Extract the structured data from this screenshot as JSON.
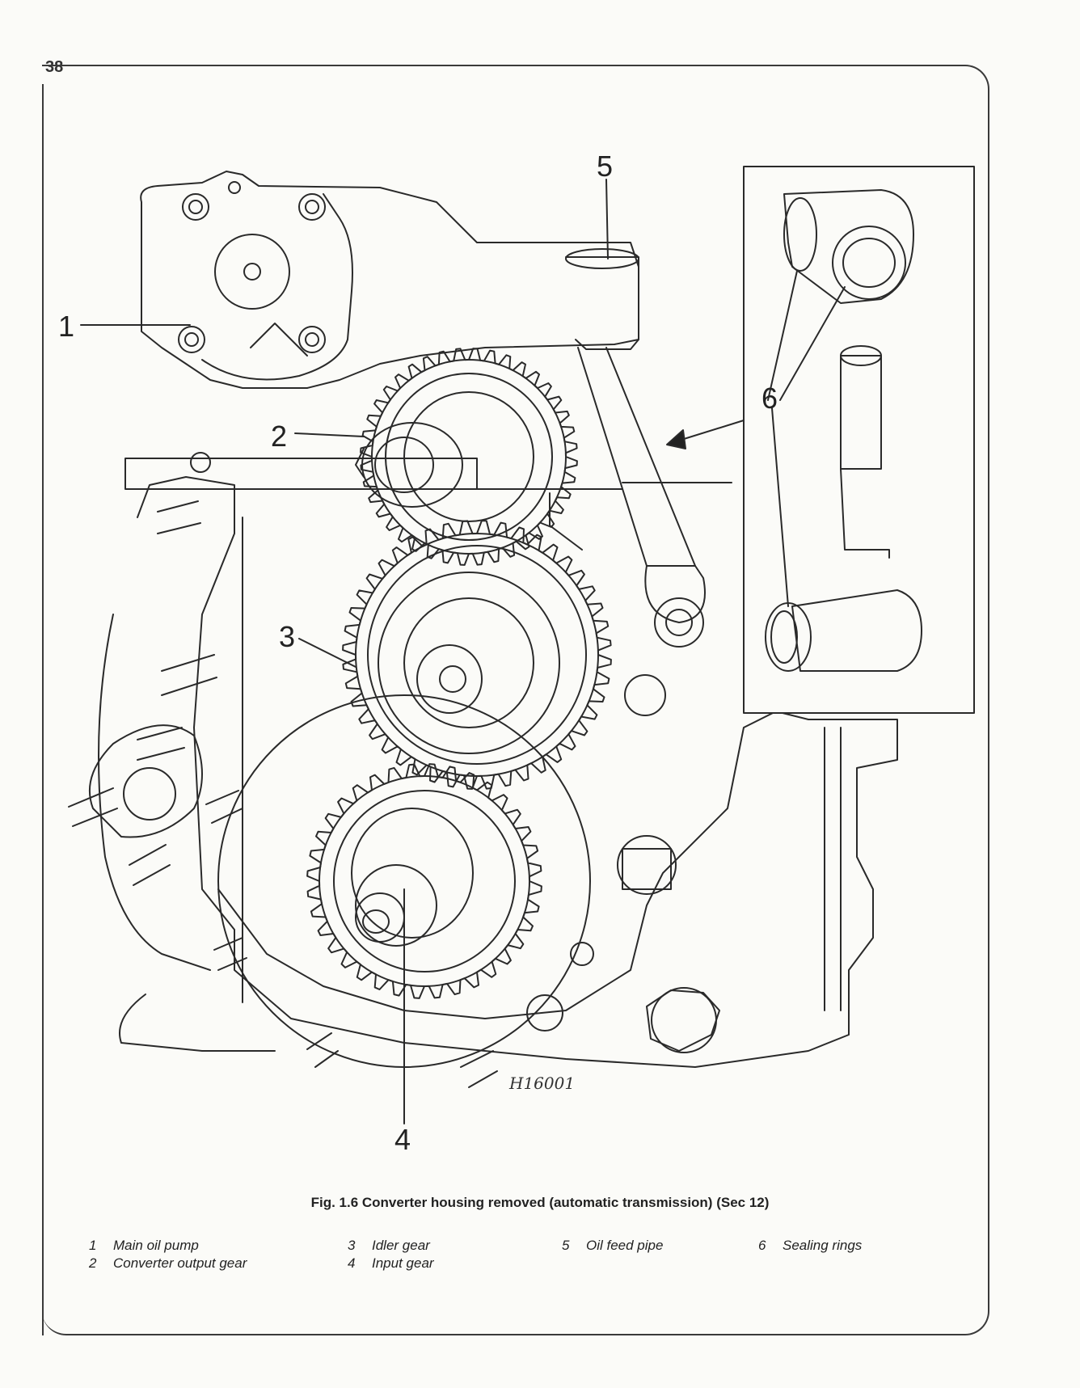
{
  "page_number": "38",
  "figure": {
    "code": "H16001",
    "callouts": [
      "1",
      "2",
      "3",
      "4",
      "5",
      "6"
    ],
    "caption": "Fig. 1.6 Converter housing removed (automatic transmission) (Sec 12)"
  },
  "legend": [
    {
      "num": "1",
      "label": "Main oil pump"
    },
    {
      "num": "2",
      "label": "Converter output gear"
    },
    {
      "num": "3",
      "label": "Idler gear"
    },
    {
      "num": "4",
      "label": "Input gear"
    },
    {
      "num": "5",
      "label": "Oil feed pipe"
    },
    {
      "num": "6",
      "label": "Sealing rings"
    }
  ]
}
